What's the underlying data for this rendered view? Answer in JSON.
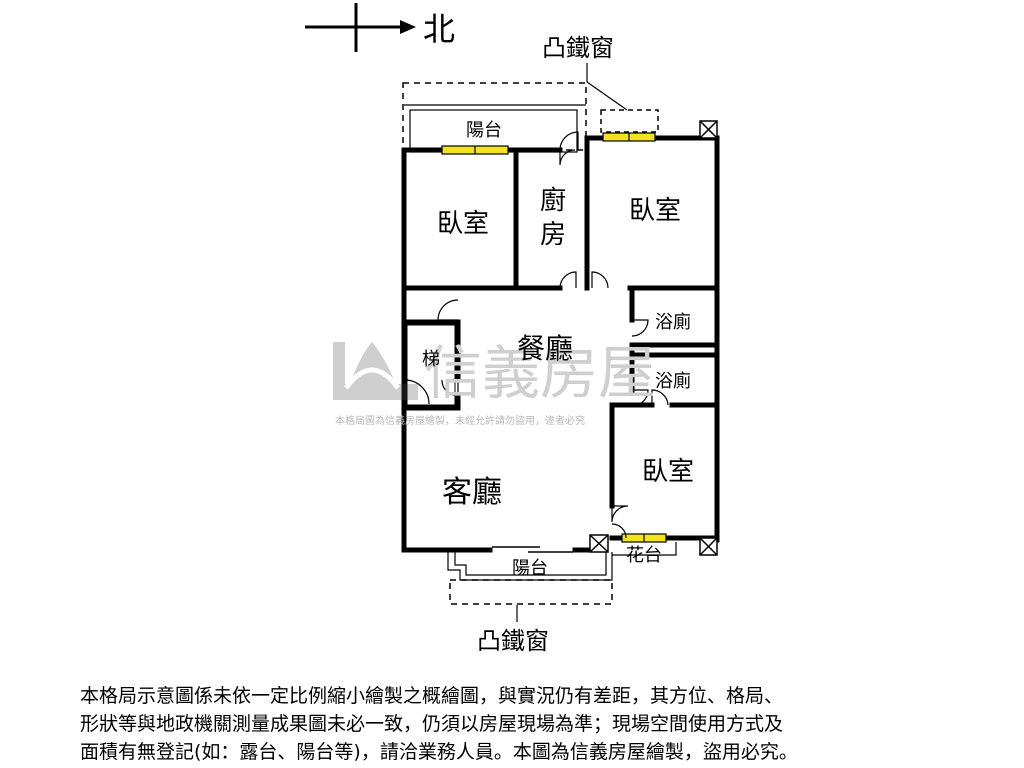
{
  "compass": {
    "label": "北"
  },
  "callouts": {
    "bay_window_top": "凸鐵窗",
    "bay_window_bottom": "凸鐵窗"
  },
  "rooms": {
    "balcony_top": "陽台",
    "bedroom_nw": "臥室",
    "kitchen_1": "廚",
    "kitchen_2": "房",
    "bedroom_ne": "臥室",
    "dining": "餐廳",
    "bath_1": "浴廁",
    "bath_2": "浴廁",
    "stairs": "梯",
    "living": "客廳",
    "bedroom_se": "臥室",
    "balcony_bottom": "陽台",
    "planter": "花台"
  },
  "watermark": {
    "brand": "信義房屋",
    "notice": "本格局圖為信義房屋繪製，未經允許請勿盜用，違者必究"
  },
  "disclaimer": {
    "line1": "本格局示意圖係未依一定比例縮小繪製之概繪圖，與實況仍有差距，其方位、格局、",
    "line2": "形狀等與地政機關測量成果圖未必一致，仍須以房屋現場為準；現場空間使用方式及",
    "line3": "面積有無登記(如：露台、陽台等)，請洽業務人員。本圖為信義房屋繪製，盜用必究。"
  }
}
